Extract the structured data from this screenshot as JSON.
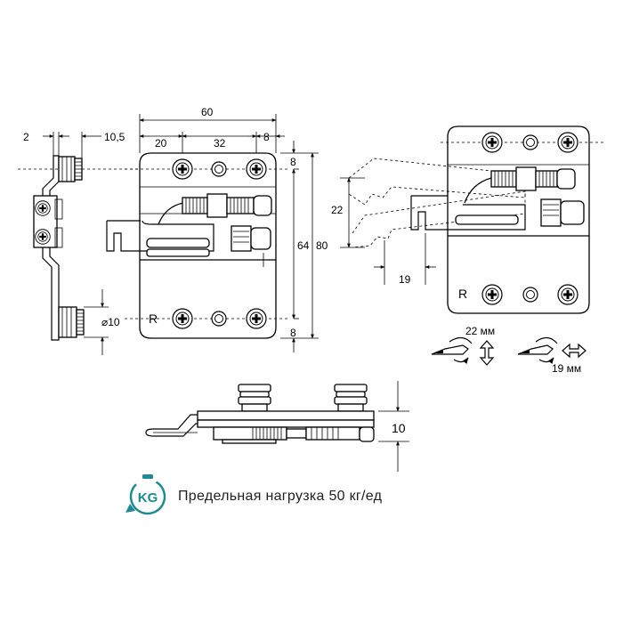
{
  "dimensions": {
    "d60": "60",
    "d20": "20",
    "d32": "32",
    "d8_top": "8",
    "d2": "2",
    "d10_5": "10,5",
    "d8_r1": "8",
    "d64": "64",
    "d80": "80",
    "d8_r2": "8",
    "d10_diam": "⌀10",
    "d22": "22",
    "d19": "19",
    "d10_bottom": "10",
    "r_label_left": "R",
    "r_label_right": "R",
    "adjust_22": "22 мм",
    "adjust_19": "19 мм"
  },
  "badge": {
    "text": "KG",
    "color": "#1e8a91"
  },
  "caption": "Предельная нагрузка 50 кг/ед"
}
